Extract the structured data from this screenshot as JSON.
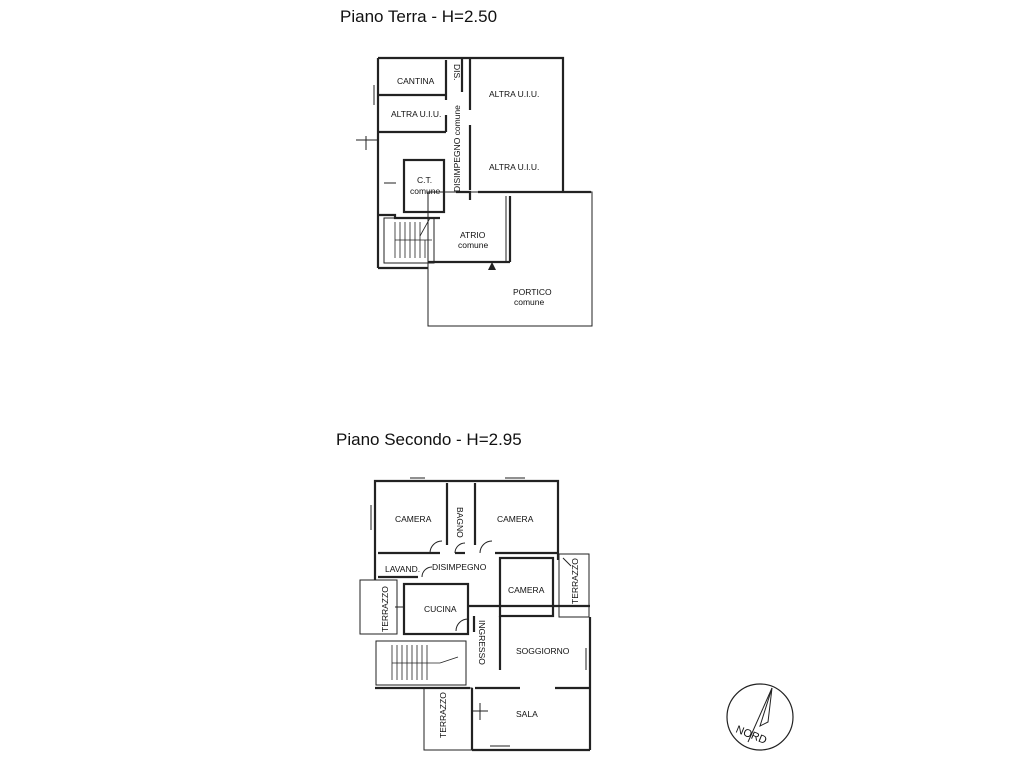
{
  "floors": [
    {
      "title": "Piano Terra  -  H=2.50",
      "rooms": {
        "cantina": "CANTINA",
        "dis": "DIS.",
        "altra1": "ALTRA U.I.U.",
        "altra2": "ALTRA U.I.U.",
        "altra3": "ALTRA U.I.U.",
        "disimpegno": "DISIMPEGNO comune",
        "ct_1": "C.T.",
        "ct_2": "comune",
        "atrio_1": "ATRIO",
        "atrio_2": "comune",
        "portico_1": "PORTICO",
        "portico_2": "comune"
      }
    },
    {
      "title": "Piano Secondo  -  H=2.95",
      "rooms": {
        "camera1": "CAMERA",
        "bagno": "BAGNO",
        "camera2": "CAMERA",
        "lavand": "LAVAND.",
        "disimpegno": "DISIMPEGNO",
        "camera3": "CAMERA",
        "terrazzo_right": "TERRAZZO",
        "terrazzo_left": "TERRAZZO",
        "cucina": "CUCINA",
        "ingresso": "INGRESSO",
        "soggiorno": "SOGGIORNO",
        "terrazzo_bottom": "TERRAZZO",
        "sala": "SALA"
      }
    }
  ],
  "compass": {
    "label": "NORD"
  }
}
